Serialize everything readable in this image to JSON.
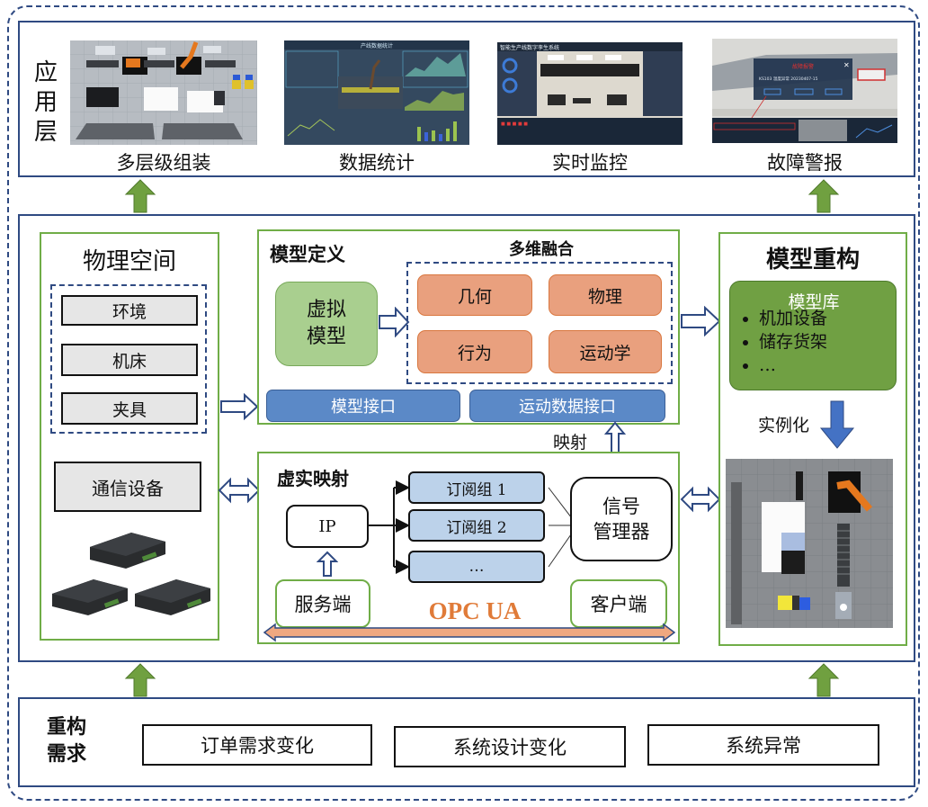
{
  "application_layer": {
    "label": "应用层",
    "label_chars": [
      "应",
      "用",
      "层"
    ],
    "panels": [
      {
        "caption": "多层级组装",
        "image": "multi-level-assembly-scene"
      },
      {
        "caption": "数据统计",
        "image": "data-statistics-dashboard",
        "screen_title": "产线数据统计"
      },
      {
        "caption": "实时监控",
        "image": "realtime-monitoring-dashboard",
        "screen_title": "智能生产线数字孪生系统"
      },
      {
        "caption": "故障警报",
        "image": "fault-alarm-dialog",
        "dialog_title": "故障报警",
        "dialog_text": "KS103 温度异常 20230407-15"
      }
    ]
  },
  "physical_space": {
    "title": "物理空间",
    "items": [
      "环境",
      "机床",
      "夹具"
    ],
    "comm_device": "通信设备"
  },
  "model_definition": {
    "title": "模型定义",
    "virtual_model_lines": [
      "虚拟",
      "模型"
    ],
    "fusion_title": "多维融合",
    "fusion_items": [
      "几何",
      "物理",
      "行为",
      "运动学"
    ],
    "interfaces": [
      "模型接口",
      "运动数据接口"
    ]
  },
  "mapping_label": "映射",
  "virtual_real_mapping": {
    "title": "虚实映射",
    "ip_label": "IP",
    "subscription_groups": [
      "订阅组 1",
      "订阅组 2",
      "…"
    ],
    "signal_manager_lines": [
      "信号",
      "管理器"
    ],
    "server_label": "服务端",
    "client_label": "客户端",
    "protocol_label": "OPC UA"
  },
  "model_reconstruction": {
    "title": "模型重构",
    "library_title": "模型库",
    "library_items": [
      "机加设备",
      "储存货架",
      "…"
    ],
    "instantiate_label": "实例化"
  },
  "reconstruction_requirements": {
    "label_lines": [
      "重构",
      "需求"
    ],
    "items": [
      "订单需求变化",
      "系统设计变化",
      "系统异常"
    ]
  },
  "colors": {
    "frame_blue": "#2f4a82",
    "section_green": "#70ad47",
    "arrow_green": "#70a040",
    "fusion_orange": "#e9a07e",
    "interface_blue": "#5b89c7",
    "subscription_blue": "#bcd2ea",
    "opc_orange": "#e07b39",
    "library_green": "#70a043"
  }
}
